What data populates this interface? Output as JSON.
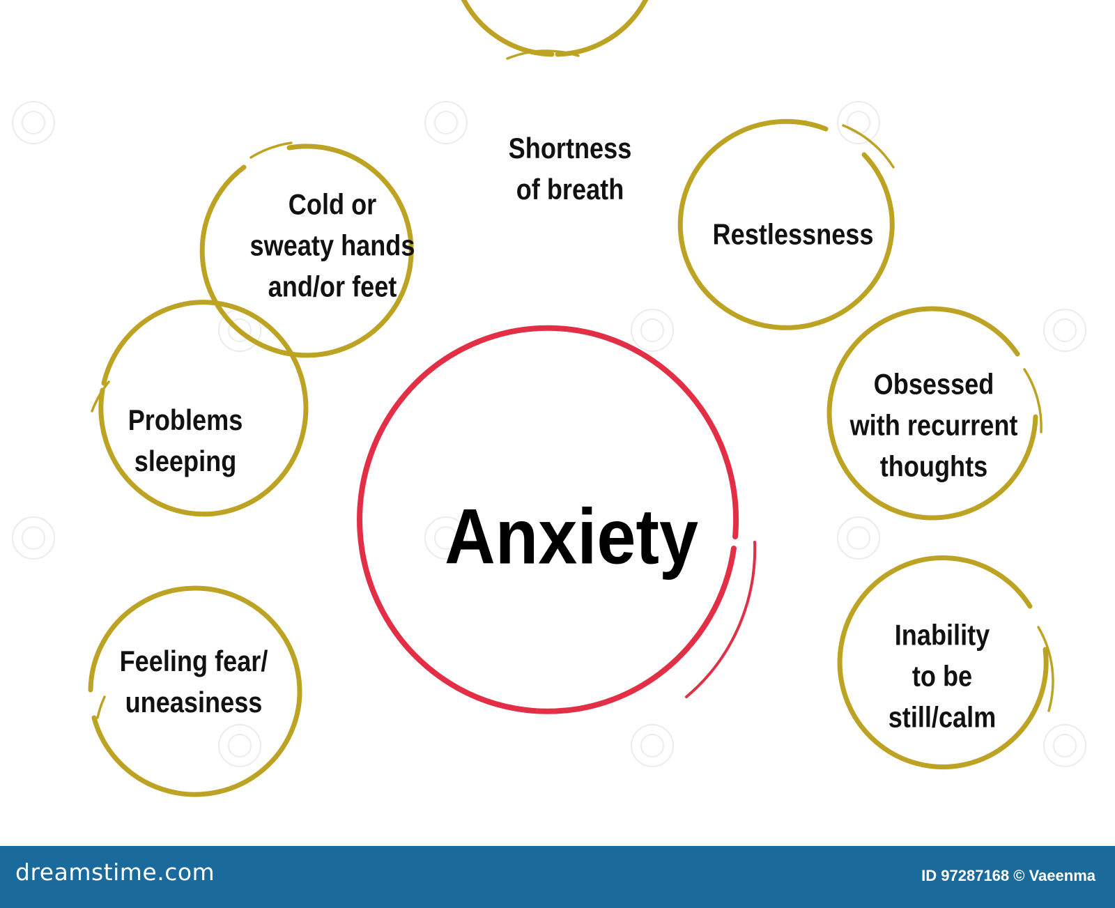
{
  "diagram": {
    "center": {
      "label": "Anxiety",
      "color": "#e32f45"
    },
    "ring_color": "#bda323",
    "nodes": [
      {
        "id": "shortness-of-breath",
        "lines": [
          "Shortness",
          "of breath"
        ]
      },
      {
        "id": "cold-sweaty-hands",
        "lines": [
          "Cold or",
          "sweaty hands",
          "and/or feet"
        ]
      },
      {
        "id": "restlessness",
        "lines": [
          "Restlessness"
        ]
      },
      {
        "id": "problems-sleeping",
        "lines": [
          "Problems",
          "sleeping"
        ]
      },
      {
        "id": "obsessed-thoughts",
        "lines": [
          "Obsessed",
          "with recurrent",
          "thoughts"
        ]
      },
      {
        "id": "feeling-fear",
        "lines": [
          "Feeling fear/",
          "uneasiness"
        ]
      },
      {
        "id": "inability-still",
        "lines": [
          "Inability",
          "to be",
          "still/calm"
        ]
      }
    ]
  },
  "footer": {
    "logo": "dreamstime.com",
    "credit": "ID 97287168 © Vaeenma",
    "background": "#1a6a9c"
  }
}
